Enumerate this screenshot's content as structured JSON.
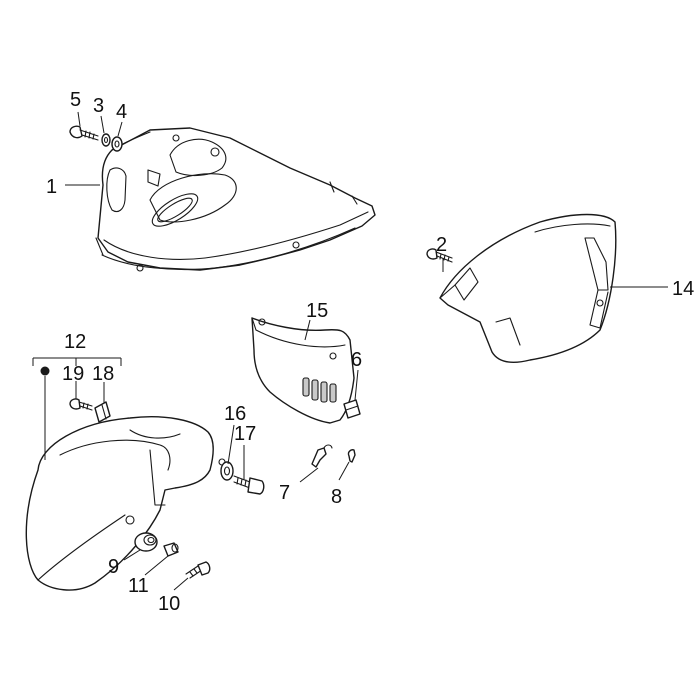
{
  "diagram": {
    "callouts": [
      {
        "id": "c1",
        "text": "1"
      },
      {
        "id": "c2",
        "text": "2"
      },
      {
        "id": "c3",
        "text": "3"
      },
      {
        "id": "c4",
        "text": "4"
      },
      {
        "id": "c5",
        "text": "5"
      },
      {
        "id": "c6",
        "text": "6"
      },
      {
        "id": "c7",
        "text": "7"
      },
      {
        "id": "c8",
        "text": "8"
      },
      {
        "id": "c9",
        "text": "9"
      },
      {
        "id": "c10",
        "text": "10"
      },
      {
        "id": "c11",
        "text": "11"
      },
      {
        "id": "c12",
        "text": "12"
      },
      {
        "id": "c14",
        "text": "14"
      },
      {
        "id": "c15",
        "text": "15"
      },
      {
        "id": "c16",
        "text": "16"
      },
      {
        "id": "c17",
        "text": "17"
      },
      {
        "id": "c18",
        "text": "18"
      },
      {
        "id": "c19",
        "text": "19"
      }
    ],
    "colors": {
      "line": "#1a1a1a",
      "background": "#ffffff",
      "shade": "#c9c9c9"
    }
  }
}
